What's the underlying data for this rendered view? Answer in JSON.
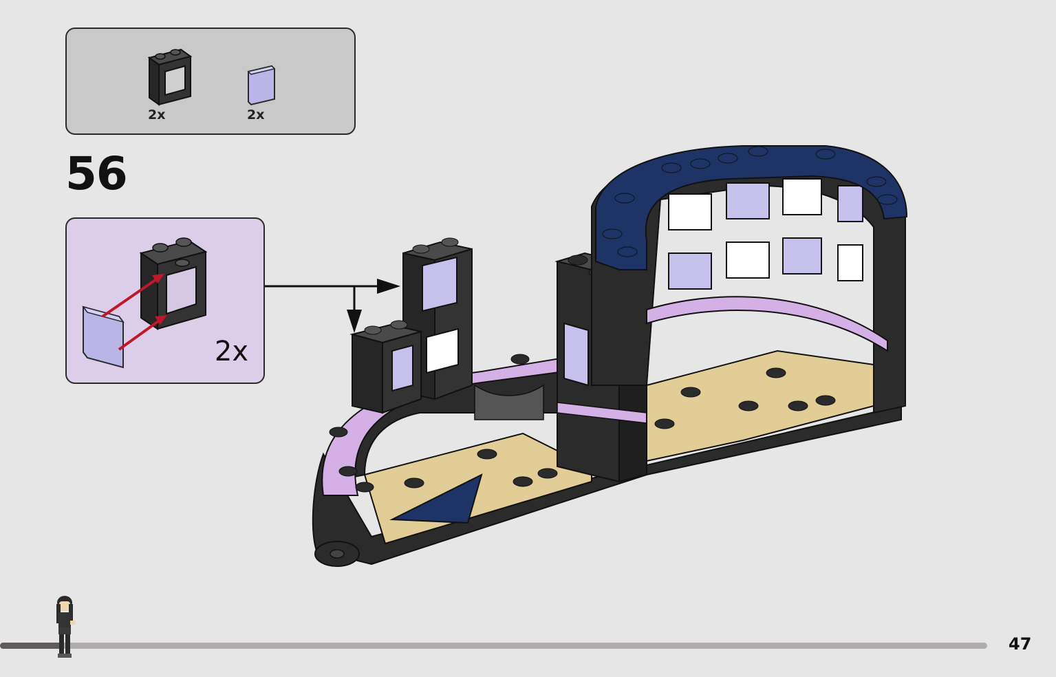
{
  "parts": [
    {
      "name": "frame-1x2x2",
      "qty": "2x"
    },
    {
      "name": "glass-panel",
      "qty": "2x"
    }
  ],
  "step_number": "56",
  "subassembly": {
    "qty": "2x"
  },
  "page_number": "47",
  "progress": {
    "fraction": 0.06
  },
  "colors": {
    "background": "#e6e6e6",
    "parts_box": "#c9c9c9",
    "subassembly_box": "#dccde8",
    "arrow_red": "#c0182a",
    "dark_blue": "#1f3466",
    "lavender": "#d4b0e6",
    "tan": "#e2cd97",
    "black_brick": "#2b2b2b"
  }
}
